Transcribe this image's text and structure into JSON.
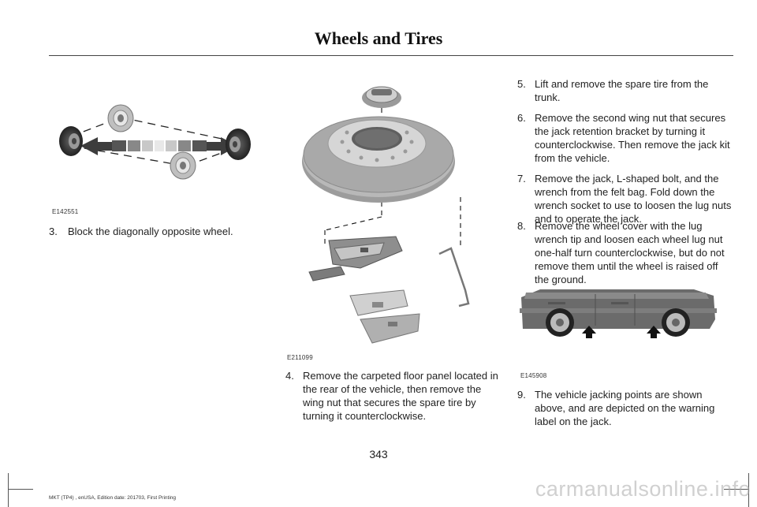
{
  "header": {
    "title": "Wheels and Tires"
  },
  "figures": {
    "chock": {
      "code": "E142551"
    },
    "spare": {
      "code": "E211099"
    },
    "car": {
      "code": "E145908"
    }
  },
  "steps": [
    {
      "num": "3.",
      "text": "Block the diagonally opposite wheel."
    },
    {
      "num": "4.",
      "text": "Remove the carpeted floor panel located in the rear of the vehicle, then remove the wing nut that secures the spare tire by turning it counterclockwise."
    },
    {
      "num": "5.",
      "text": "Lift and remove the spare tire from the trunk."
    },
    {
      "num": "6.",
      "text": "Remove the second wing nut that secures the jack retention bracket by turning it counterclockwise. Then remove the jack kit from the vehicle."
    },
    {
      "num": "7.",
      "text": "Remove the jack, L-shaped bolt, and the wrench from the felt bag. Fold down the wrench socket to use to loosen the lug nuts and to operate the jack."
    },
    {
      "num": "8.",
      "text": "Remove the wheel cover with the lug wrench tip and loosen each wheel lug nut one-half turn counterclockwise, but do not remove them until the wheel is raised off the ground."
    },
    {
      "num": "9.",
      "text": "The vehicle jacking points are shown above, and are depicted on the warning label on the jack."
    }
  ],
  "page_number": "343",
  "footer": "MKT (TP4) , enUSA, Edition date: 201703, First Printing",
  "watermark": "carmanualsonline.info"
}
